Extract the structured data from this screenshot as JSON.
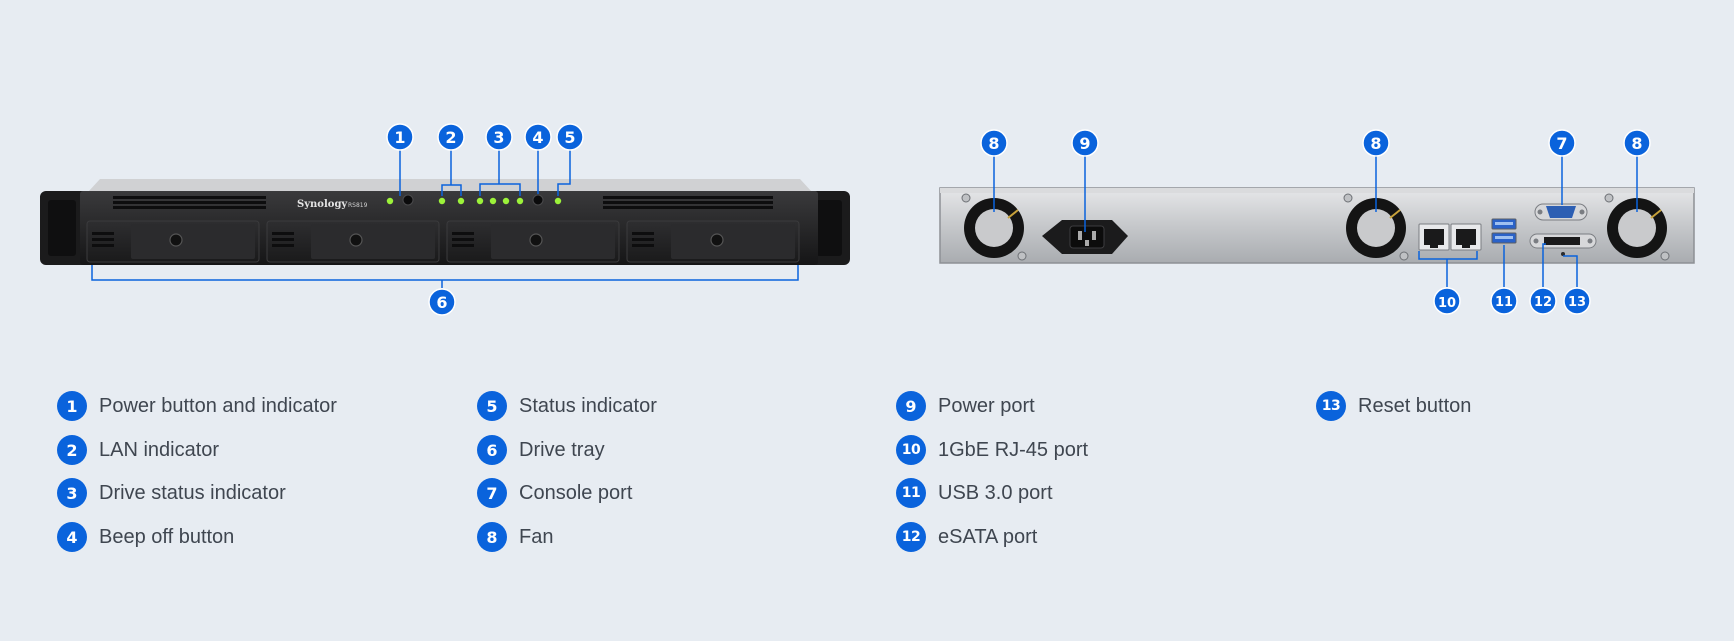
{
  "front_panel": {
    "brand_logo": "Synology",
    "model_text": "RS819"
  },
  "markers": {
    "m1": "1",
    "m2": "2",
    "m3": "3",
    "m4": "4",
    "m5": "5",
    "m6": "6",
    "m7": "7",
    "m8a": "8",
    "m8b": "8",
    "m8c": "8",
    "m9": "9",
    "m10": "10",
    "m11": "11",
    "m12": "12",
    "m13": "13"
  },
  "legend": [
    {
      "number": "1",
      "label": "Power button and indicator"
    },
    {
      "number": "2",
      "label": "LAN indicator"
    },
    {
      "number": "3",
      "label": "Drive status indicator"
    },
    {
      "number": "4",
      "label": "Beep off button"
    },
    {
      "number": "5",
      "label": "Status indicator"
    },
    {
      "number": "6",
      "label": "Drive tray"
    },
    {
      "number": "7",
      "label": "Console port"
    },
    {
      "number": "8",
      "label": "Fan"
    },
    {
      "number": "9",
      "label": "Power port"
    },
    {
      "number": "10",
      "label": "1GbE RJ-45 port"
    },
    {
      "number": "11",
      "label": "USB 3.0 port"
    },
    {
      "number": "12",
      "label": "eSATA port"
    },
    {
      "number": "13",
      "label": "Reset button"
    }
  ],
  "colors": {
    "accent": "#0a63dc",
    "background": "#e7ecf2",
    "led": "#9cf23a",
    "label_text": "#3f4650"
  }
}
